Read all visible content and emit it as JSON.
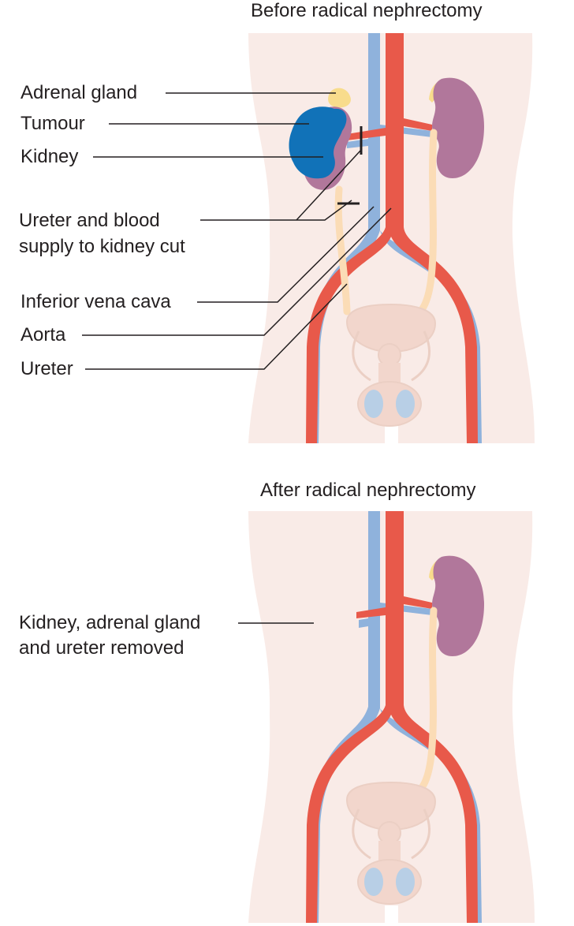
{
  "before": {
    "title": "Before radical nephrectomy",
    "labels": {
      "adrenal_gland": "Adrenal gland",
      "tumour": "Tumour",
      "kidney": "Kidney",
      "cut_line1": "Ureter and blood",
      "cut_line2": "supply to kidney cut",
      "inferior_vena_cava": "Inferior vena cava",
      "aorta": "Aorta",
      "ureter": "Ureter"
    }
  },
  "after": {
    "title": "After radical nephrectomy",
    "labels": {
      "removed_line1": "Kidney, adrenal gland",
      "removed_line2": "and ureter removed"
    }
  },
  "colors": {
    "body": "#f9ebe7",
    "aorta": "#e8594a",
    "vena_cava": "#8fb2dc",
    "kidney": "#b1779b",
    "adrenal": "#f8dc8c",
    "tumour": "#1172b8",
    "ureter": "#fbdcb6",
    "bladder": "#f2d6cc",
    "testis": "#b8cfe6",
    "leader": "#231f20"
  }
}
